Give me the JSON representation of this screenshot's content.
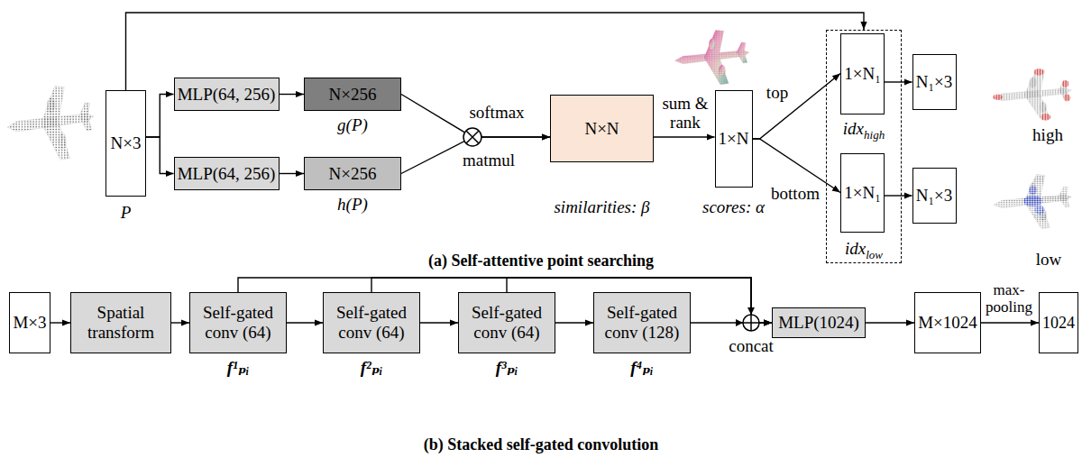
{
  "diagram": {
    "nodes": [
      {
        "text": [
          "N×3",
          "P"
        ]
      },
      {
        "text": [
          "MLP(64, 256)"
        ]
      },
      {
        "text": [
          "MLP(64, 256)"
        ]
      },
      {
        "text": [
          "N×256",
          "g(P)"
        ]
      },
      {
        "text": [
          "N×256",
          "h(P)"
        ]
      },
      {
        "text": [
          "N×N",
          "similarities: β"
        ]
      },
      {
        "text": [
          "1×N",
          "scores: α"
        ]
      },
      {
        "text": [
          "idx",
          "high",
          "idx",
          "low"
        ]
      },
      {
        "text": [
          "1×N₁"
        ],
        "in": 7
      },
      {
        "text": [
          "1×N₁"
        ],
        "in": 7
      },
      {
        "text": [
          "N₁×3"
        ]
      },
      {
        "text": [
          "N₁×3"
        ]
      },
      {
        "text": [
          "M×3"
        ]
      },
      {
        "text": [
          "Spatial transform"
        ]
      },
      {
        "text": [
          "Self-gated conv (64)",
          "f¹ₚᵢ"
        ]
      },
      {
        "text": [
          "Self-gated conv (64)",
          "f²ₚᵢ"
        ]
      },
      {
        "text": [
          "Self-gated conv (64)",
          "f³ₚᵢ"
        ]
      },
      {
        "text": [
          "Self-gated conv (128)",
          "f⁴ₚᵢ"
        ]
      },
      {
        "text": [
          "MLP(1024)"
        ]
      },
      {
        "text": [
          "M×1024"
        ]
      },
      {
        "text": [
          "1024"
        ]
      }
    ],
    "edges": [
      {
        "from": 0,
        "to": 1,
        "arrow": "to"
      },
      {
        "from": 0,
        "to": 2,
        "arrow": "to"
      },
      {
        "from": 1,
        "to": 3,
        "arrow": "to"
      },
      {
        "from": 2,
        "to": 4,
        "arrow": "to"
      },
      {
        "from": 3,
        "to": 5,
        "arrow": "to"
      },
      {
        "from": 4,
        "to": 5,
        "arrow": "to"
      },
      {
        "from": 5,
        "to": 6,
        "label": "sum & rank",
        "arrow": "to"
      },
      {
        "from": 6,
        "to": 8,
        "label": "top",
        "arrow": "to"
      },
      {
        "from": 6,
        "to": 9,
        "label": "bottom",
        "arrow": "to"
      },
      {
        "from": 0,
        "to": 7,
        "arrow": "to"
      },
      {
        "from": 8,
        "to": 10,
        "arrow": "to"
      },
      {
        "from": 9,
        "to": 11,
        "arrow": "to"
      },
      {
        "from": 12,
        "to": 13,
        "arrow": "to"
      },
      {
        "from": 13,
        "to": 14,
        "arrow": "to"
      },
      {
        "from": 14,
        "to": 15,
        "arrow": "to"
      },
      {
        "from": 15,
        "to": 16,
        "arrow": "to"
      },
      {
        "from": 16,
        "to": 17,
        "arrow": "to"
      },
      {
        "from": 17,
        "to": 18,
        "arrow": "to"
      },
      {
        "from": 14,
        "to": 18,
        "arrow": "to"
      },
      {
        "from": 15,
        "to": 18,
        "arrow": "to"
      },
      {
        "from": 16,
        "to": 18,
        "arrow": "to"
      },
      {
        "from": 18,
        "to": 19,
        "arrow": "to"
      },
      {
        "from": 19,
        "to": 20,
        "label": "max- pooling",
        "arrow": "to"
      }
    ],
    "labels": [
      "softmax",
      "matmul",
      "high",
      "low",
      "(a) Self-attentive point searching",
      "concat",
      "(b) Stacked self-gated convolution"
    ]
  }
}
